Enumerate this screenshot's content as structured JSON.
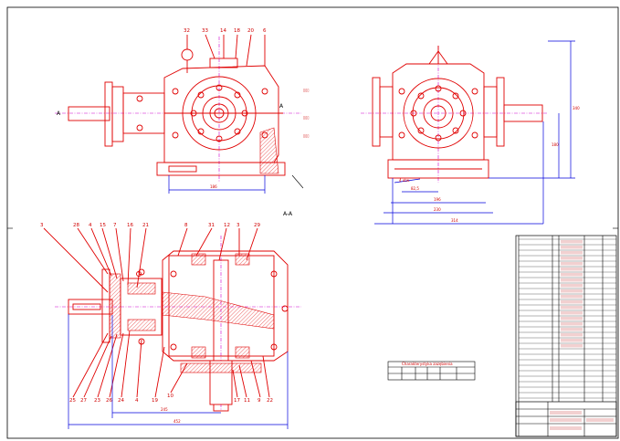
{
  "sheet": {
    "section_label": "A-A",
    "section_mark": "A"
  },
  "colors": {
    "part_outline": "#e00000",
    "dimension": "#0000dd",
    "center_line": "#d000d0",
    "frame": "#000000"
  },
  "front_view": {
    "callouts": [
      "32",
      "33",
      "14",
      "18",
      "20",
      "6"
    ],
    "dimension_width": "186"
  },
  "side_view": {
    "dim_height_total": "340",
    "dim_height_axis": "180",
    "dim_hole": "4 otw.",
    "dim_inner": "82,5",
    "dim_base_inner": "196",
    "dim_base": "230",
    "dim_overall": "314"
  },
  "plan_view": {
    "callouts_top": [
      "3",
      "28",
      "4",
      "15",
      "7",
      "16",
      "21",
      "8",
      "31",
      "12",
      "3",
      "29"
    ],
    "callouts_bottom": [
      "25",
      "27",
      "23",
      "26",
      "24",
      "4",
      "19",
      "10",
      "17",
      "11",
      "9",
      "22"
    ],
    "dim_inner": "245",
    "dim_overall": "452"
  },
  "gear_table": {
    "title": "Charakterystyka zazębienia"
  }
}
